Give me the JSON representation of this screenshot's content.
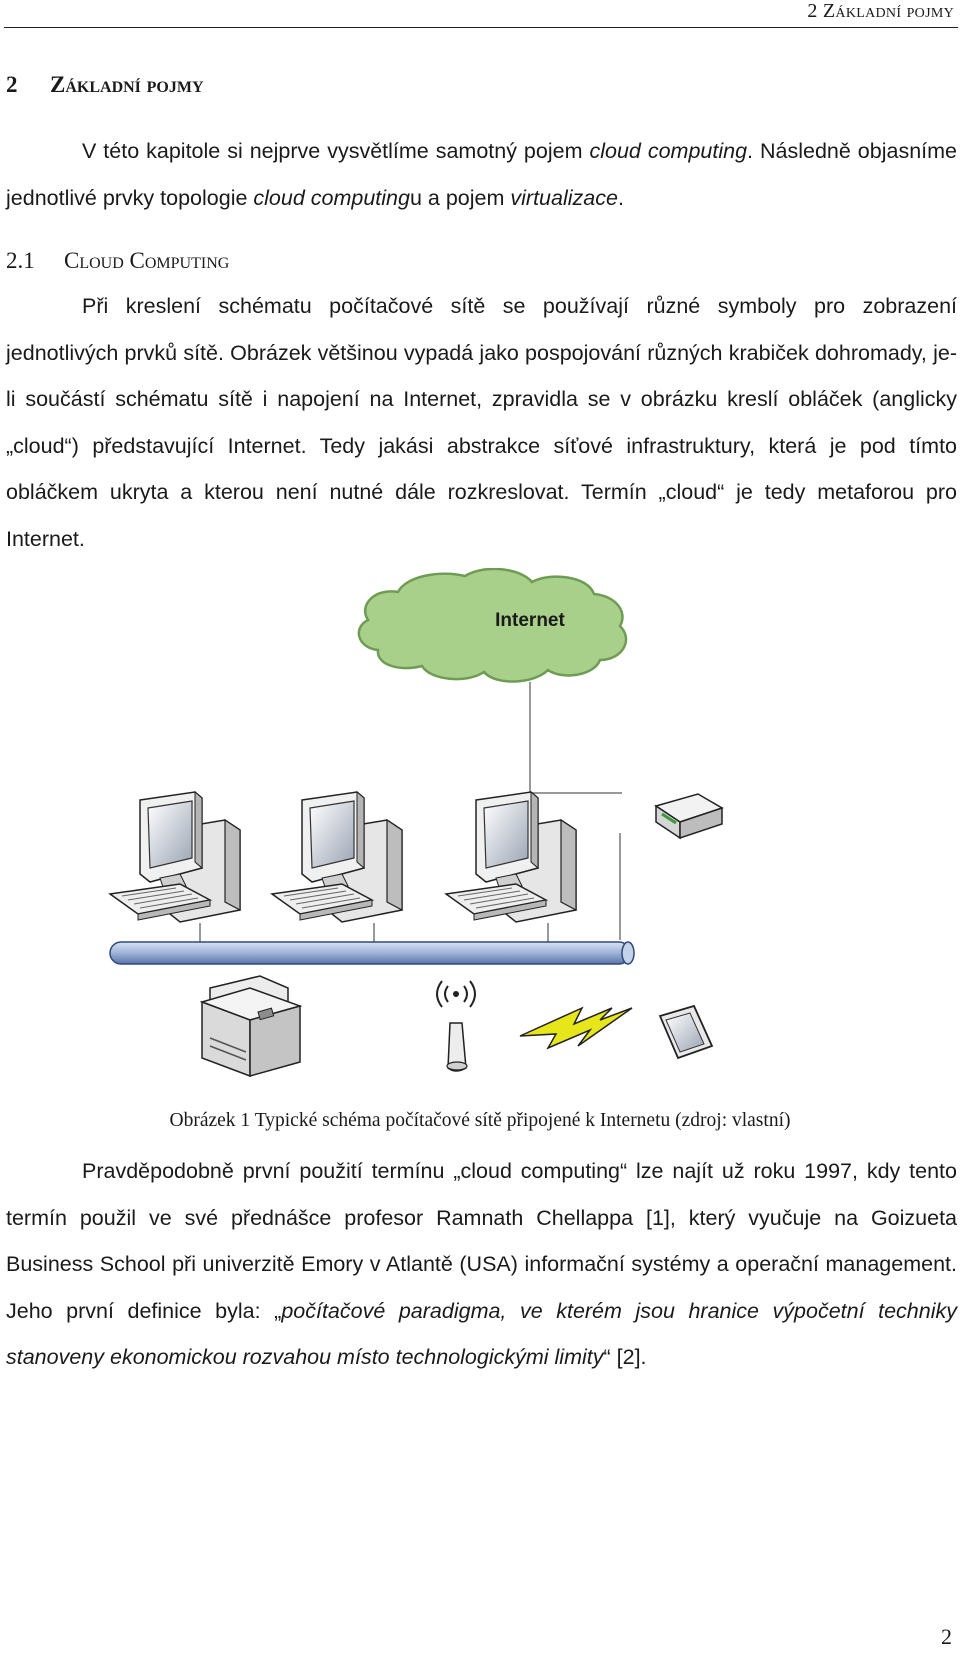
{
  "header": {
    "running_head": "2 Základní pojmy"
  },
  "chapter": {
    "number": "2",
    "title": "Základní pojmy"
  },
  "intro": {
    "t1": "V této kapitole si nejprve vysvětlíme samotný pojem ",
    "em1": "cloud computing",
    "t2": ". Následně objasníme jednotlivé prvky topologie ",
    "em2": "cloud computing",
    "t3": "u a pojem ",
    "em3": "virtualizace",
    "t4": "."
  },
  "section": {
    "number": "2.1",
    "title": "Cloud Computing"
  },
  "paragraph1": "Při kreslení schématu počítačové sítě se používají různé symboly pro zobrazení jednotlivých prvků sítě. Obrázek většinou vypadá jako pospojování různých krabiček dohromady, je-li součástí schématu sítě i napojení na Internet, zpravidla se v obrázku kreslí obláček (anglicky „cloud“) představující Internet. Tedy jakási abstrakce síťové infrastruktury, která je pod tímto obláčkem ukryta a kterou není nutné dále rozkreslovat. Termín „cloud“ je tedy metaforou pro Internet.",
  "figure": {
    "cloud_label": "Internet",
    "caption": "Obrázek 1 Typické schéma počítačové sítě připojené k Internetu (zdroj: vlastní)",
    "colors": {
      "cloud": "#a8d08a",
      "cloud_outline": "#6f9c54",
      "bus": "#9fb3d8",
      "bolt": "#e6e61a"
    }
  },
  "paragraph2": {
    "t1": "Pravděpodobně první použití termínu „cloud computing“ lze najít už roku 1997, kdy tento termín použil ve své přednášce profesor Ramnath Chellappa [1], který vyučuje na Goizueta Business School při univerzitě Emory v Atlantě (USA) informační systémy a operační management. Jeho první definice byla: „",
    "em1": "počítačové paradigma, ve kterém jsou hranice výpočetní techniky stanoveny ekonomickou rozvahou místo technologickými limity",
    "t2": "“ [2]."
  },
  "footer": {
    "page_number": "2"
  }
}
